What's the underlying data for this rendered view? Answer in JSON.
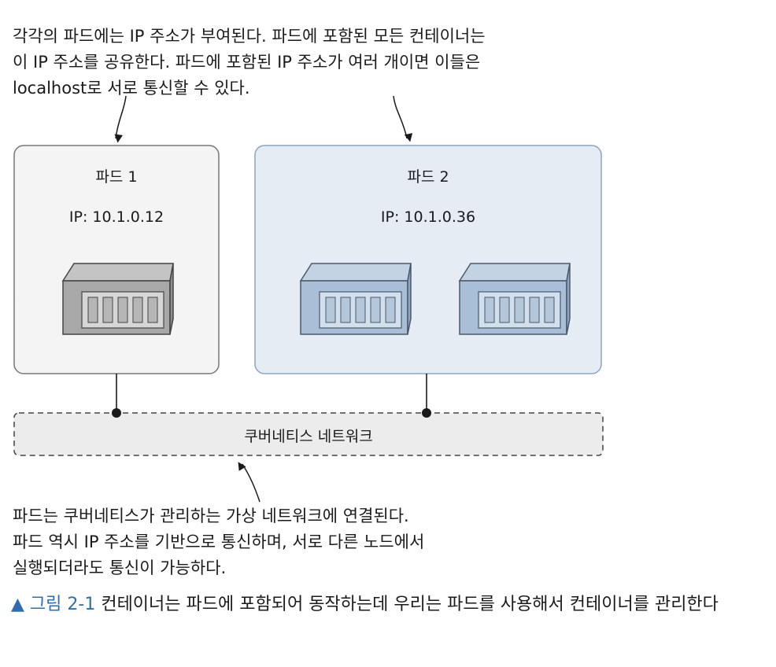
{
  "notes": {
    "top": [
      "각각의 파드에는 IP 주소가 부여된다. 파드에 포함된 모든 컨테이너는",
      "이 IP 주소를 공유한다. 파드에 포함된 IP 주소가 여러 개이면 이들은",
      "localhost로 서로 통신할 수 있다."
    ],
    "bottom": [
      "파드는 쿠버네티스가 관리하는 가상 네트워크에 연결된다.",
      "파드 역시 IP 주소를 기반으로 통신하며, 서로 다른 노드에서",
      "실행되더라도 통신이 가능하다."
    ]
  },
  "pods": [
    {
      "name": "파드 1",
      "ip": "IP: 10.1.0.12",
      "containers": 1
    },
    {
      "name": "파드 2",
      "ip": "IP: 10.1.0.36",
      "containers": 2
    }
  ],
  "network": {
    "label": "쿠버네티스 네트워크"
  },
  "caption": {
    "marker": "▲",
    "figure": "그림 2-1",
    "text": "컨테이너는 파드에 포함되어 동작하는데 우리는 파드를 사용해서 컨테이너를 관리한다"
  },
  "colors": {
    "pod1_fill": "#f4f4f4",
    "pod2_fill": "#e5ecf3",
    "pod2_border": "#8aa6c2",
    "network_fill": "#ececec",
    "container_gray": "#a8a8a8",
    "container_blue": "#a9bfd8",
    "caption_marker": "#2f6db3"
  }
}
